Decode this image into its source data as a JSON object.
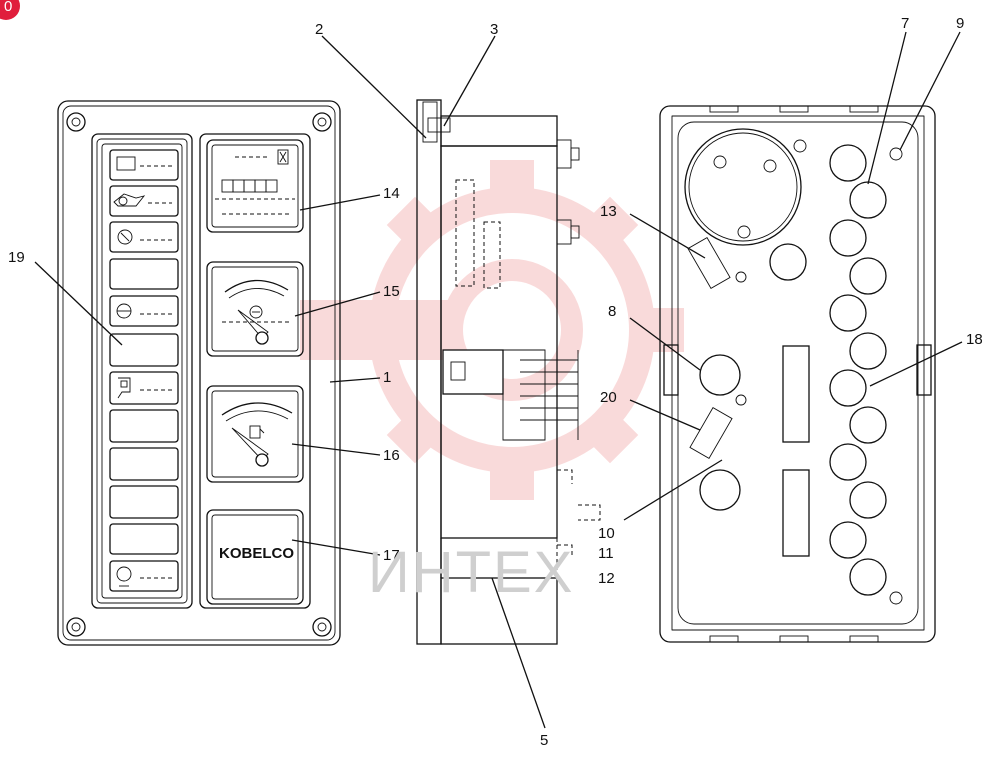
{
  "badge": {
    "label": "0",
    "color": "#e01e3c"
  },
  "watermark": {
    "text": "ИНТЕХ",
    "color": "#e85a5a"
  },
  "brand_plate": {
    "text": "KOBELCO"
  },
  "callouts": {
    "c1": "1",
    "c2": "2",
    "c3": "3",
    "c5": "5",
    "c7": "7",
    "c8": "8",
    "c9": "9",
    "c10": "10",
    "c11": "11",
    "c12": "12",
    "c13": "13",
    "c14": "14",
    "c15": "15",
    "c16": "16",
    "c17": "17",
    "c18": "18",
    "c19": "19",
    "c20": "20"
  },
  "icons": [
    "battery-icon",
    "oil-can-icon",
    "engine-temp-icon",
    "coolant-icon",
    "filter-icon",
    "oil-pressure-icon",
    "hourmeter-icon",
    "temp-gauge-icon",
    "fuel-gauge-icon",
    "mounting-screw-icon"
  ]
}
